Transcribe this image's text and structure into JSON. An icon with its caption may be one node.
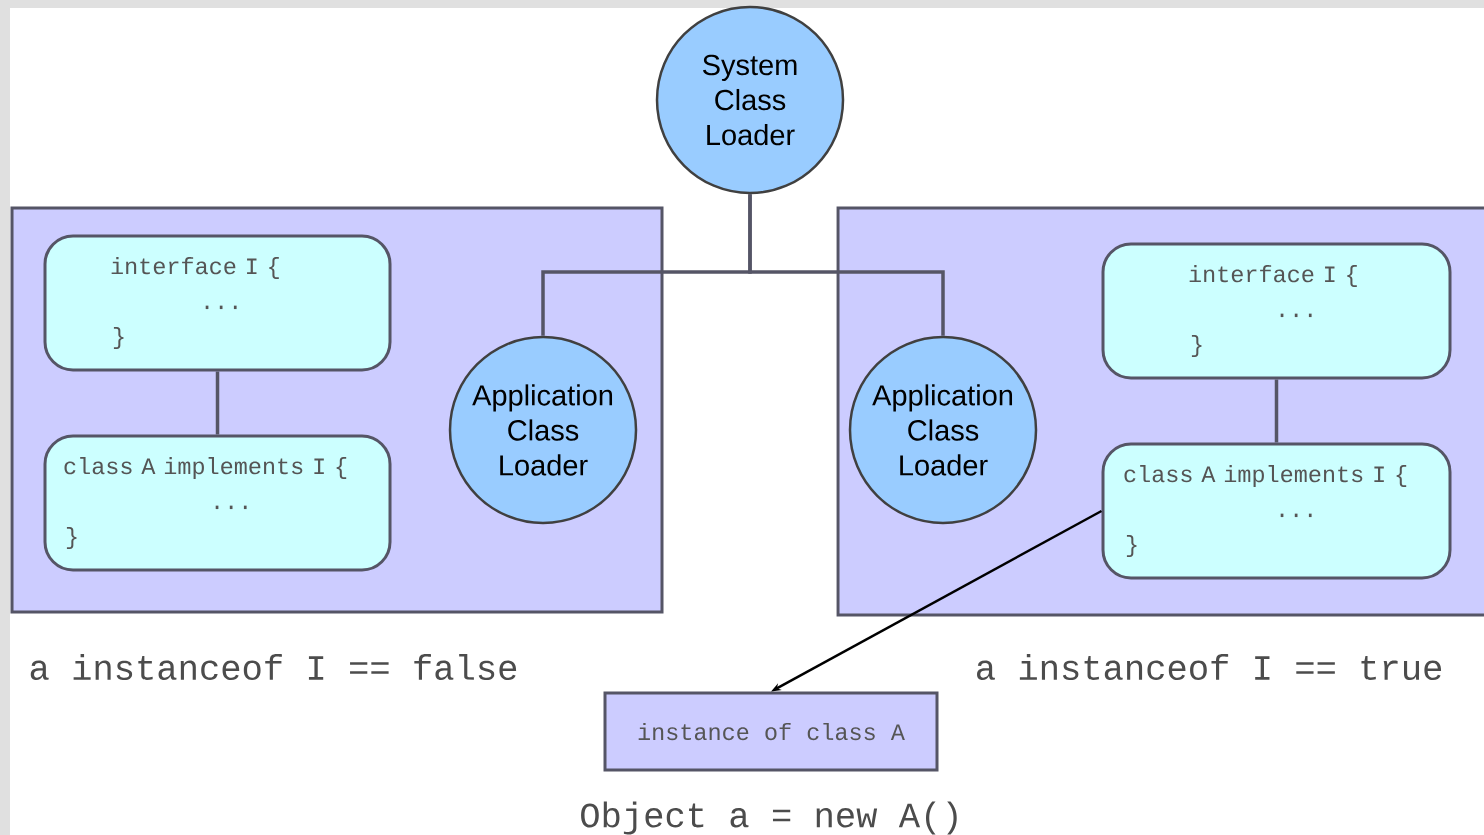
{
  "diagram": {
    "nodes": [
      {
        "text": [
          "System Class Loader"
        ]
      },
      {
        "text": [],
        "shape": "box"
      },
      {
        "text": [
          "interface I {",
          "...",
          "}"
        ],
        "in": 1
      },
      {
        "text": [
          "class A implements I {",
          "...",
          "}"
        ],
        "in": 1
      },
      {
        "text": [
          "Application Class Loader"
        ],
        "in": 1
      },
      {
        "text": [],
        "shape": "box"
      },
      {
        "text": [
          "Application Class Loader"
        ],
        "in": 5
      },
      {
        "text": [
          "interface I {",
          "...",
          "}"
        ],
        "in": 5
      },
      {
        "text": [
          "class A implements I {",
          "...",
          "}"
        ],
        "in": 5
      },
      {
        "text": [
          "instance of class A"
        ],
        "beside": [
          "Object a = new A()"
        ]
      }
    ],
    "edges": [
      {
        "from": 0,
        "to": 4,
        "arrow": "none"
      },
      {
        "from": 0,
        "to": 6,
        "arrow": "none"
      },
      {
        "from": 2,
        "to": 3,
        "arrow": "none"
      },
      {
        "from": 7,
        "to": 8,
        "arrow": "none"
      },
      {
        "from": 8,
        "to": 9,
        "arrow": "to",
        "color": "#000000"
      }
    ],
    "labels": [
      "a instanceof I == false",
      "a instanceof I == true"
    ]
  }
}
